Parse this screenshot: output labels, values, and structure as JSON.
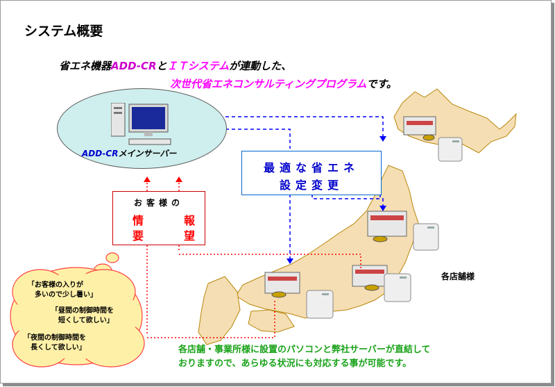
{
  "title": "システム概要",
  "intro": {
    "part1": "省エネ機器",
    "product": "ADD-CR",
    "part2": "と",
    "it": "ＩＴシステム",
    "part3": "が連動した、",
    "program": "次世代省エネコンサルティングプログラム",
    "part4": "です。"
  },
  "server": {
    "name": "ADD-CR",
    "suffix": "メインサーバー"
  },
  "settings_box": {
    "line1": "最適な省エネ",
    "line2": "設定変更"
  },
  "request_box": {
    "line1": "お客様の",
    "info": [
      "情",
      "報"
    ],
    "request": [
      "要",
      "望"
    ]
  },
  "store_label": "各店舗様",
  "customer_comments": [
    {
      "line1": "「お客様の入りが",
      "line2": "多いので少し暑い」"
    },
    {
      "line1": "「昼間の制御時間を",
      "line2": "短くして欲しい」"
    },
    {
      "line1": "「夜間の制御時間を",
      "line2": "長くして欲しい」"
    }
  ],
  "bottom_text": {
    "line1": "各店舗・事業所様に設置のパソコンと弊社サーバーが直結して",
    "line2": "おりますので、あらゆる状況にも対応する事が可能です。"
  },
  "colors": {
    "server_bubble": "#cfeeee",
    "japan_map": "#f5deb3",
    "cloud": "#fff0a8",
    "blue_arrows": "#0000ff",
    "red_arrows": "#ff0000",
    "bottom_text": "#1aa31a"
  }
}
